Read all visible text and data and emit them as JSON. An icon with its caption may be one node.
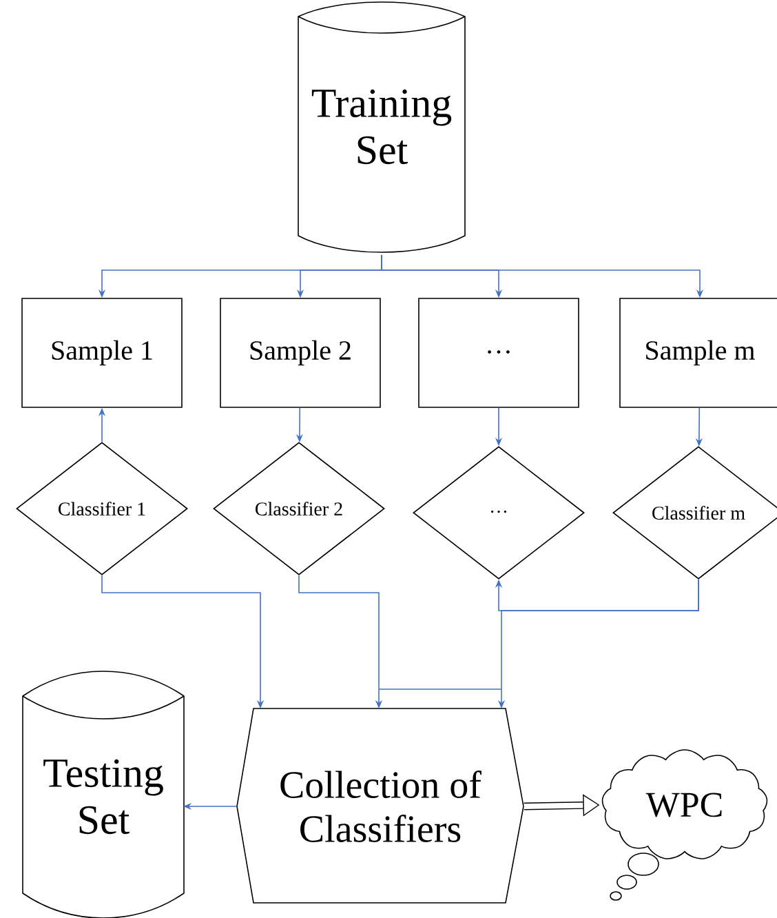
{
  "diagram": {
    "nodes": [
      {
        "text": [
          "Training Set"
        ]
      },
      {
        "text": [
          "Sample 1"
        ]
      },
      {
        "text": [
          "Sample 2"
        ]
      },
      {
        "text": [
          "…"
        ]
      },
      {
        "text": [
          "Sample m"
        ]
      },
      {
        "text": [
          "Classifier 1"
        ]
      },
      {
        "text": [
          "Classifier 2"
        ]
      },
      {
        "text": [
          "…"
        ]
      },
      {
        "text": [
          "Classifier m"
        ]
      },
      {
        "text": [
          "Testing Set"
        ]
      },
      {
        "text": [
          "Collection of Classifiers"
        ]
      },
      {
        "text": [
          "WPC"
        ]
      }
    ],
    "edges": [
      {
        "from": 0,
        "to": 1,
        "arrow": "to"
      },
      {
        "from": 0,
        "to": 2,
        "arrow": "to"
      },
      {
        "from": 0,
        "to": 3,
        "arrow": "to"
      },
      {
        "from": 0,
        "to": 4,
        "arrow": "to"
      },
      {
        "from": 5,
        "to": 1,
        "arrow": "to"
      },
      {
        "from": 2,
        "to": 6,
        "arrow": "to"
      },
      {
        "from": 3,
        "to": 7,
        "arrow": "to"
      },
      {
        "from": 4,
        "to": 8,
        "arrow": "to"
      },
      {
        "from": 5,
        "to": 10,
        "arrow": "to"
      },
      {
        "from": 6,
        "to": 10,
        "arrow": "to"
      },
      {
        "from": 8,
        "to": 7,
        "arrow": "to"
      },
      {
        "from": 8,
        "to": 10,
        "arrow": "to"
      },
      {
        "from": 10,
        "to": 9,
        "arrow": "to"
      },
      {
        "from": 10,
        "to": 11,
        "arrow": "to",
        "style": "thick",
        "color": "#000000"
      }
    ]
  }
}
